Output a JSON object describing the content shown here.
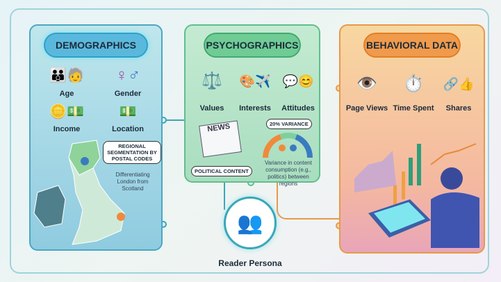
{
  "demographics": {
    "title": "DEMOGRAPHICS",
    "items": [
      {
        "label": "Age",
        "icon": "people-ages-icon"
      },
      {
        "label": "Gender",
        "icon": "gender-symbols-icon"
      },
      {
        "label": "Income",
        "icon": "coins-icon"
      },
      {
        "label": "Location",
        "icon": "banknotes-icon"
      }
    ],
    "map_tag": "REGIONAL SEGMENTATION BY POSTAL CODES",
    "map_note": "Differentiating London from Scotland"
  },
  "psychographics": {
    "title": "PSYCHOGRAPHICS",
    "items": [
      {
        "label": "Values",
        "icon": "scale-icon"
      },
      {
        "label": "Interests",
        "icon": "hobbies-icon"
      },
      {
        "label": "Attitudes",
        "icon": "emoji-bubbles-icon"
      }
    ],
    "news_word": "NEWS",
    "news_tag": "POLITICAL CONTENT",
    "variance_tag": "20% VARIANCE",
    "variance_note": "Variance in content consumption (e.g., politics) between regions"
  },
  "behavioral": {
    "title": "BEHAVIORAL DATA",
    "items": [
      {
        "label": "Page Views",
        "icon": "eyes-icon"
      },
      {
        "label": "Time Spent",
        "icon": "stopwatch-icon"
      },
      {
        "label": "Shares",
        "icon": "share-icon"
      }
    ]
  },
  "persona": {
    "label": "Reader Persona"
  },
  "colors": {
    "demographics": "#5bb8dd",
    "psychographics": "#6fcc95",
    "behavioral": "#f09a4c",
    "connector": "#3aa7b8"
  }
}
